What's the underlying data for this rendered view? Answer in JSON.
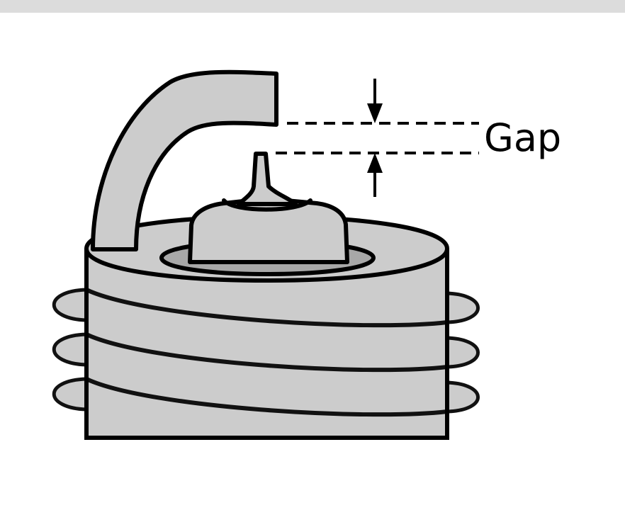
{
  "figure": {
    "title": "Spark plug electrode gap diagram",
    "subject": "spark-plug",
    "background_color": "#ffffff",
    "top_band_color": "#dcdcdc",
    "body_fill_color": "#cccccc",
    "bore_shadow_color": "#a8a8a8",
    "stroke_color": "#000000",
    "labels": {
      "gap": "Gap"
    },
    "annotations": {
      "upper_dashed_line_label": "top gap reference line",
      "lower_dashed_line_label": "bottom gap reference line",
      "down_arrow_label": "gap dimension arrow down",
      "up_arrow_label": "gap dimension arrow up"
    },
    "parts": {
      "ground_electrode": "ground electrode strap",
      "center_electrode": "center electrode pin",
      "insulator_nose": "insulator nose",
      "shell": "threaded metal shell",
      "threads_count": 3
    }
  }
}
